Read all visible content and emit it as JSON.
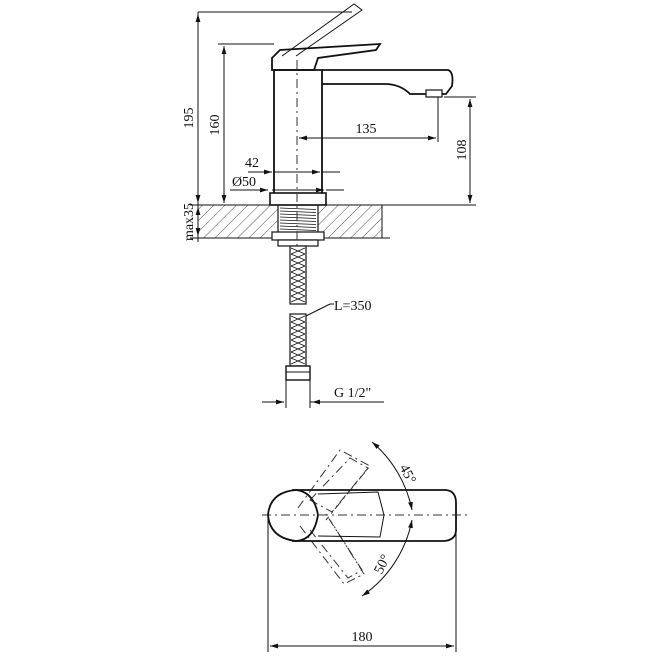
{
  "dimensions": {
    "total_height": "195",
    "spout_height": "160",
    "spout_reach": "135",
    "aerator_height": "108",
    "base_width": "42",
    "base_diameter": "Ø50",
    "counter_thickness": "max35",
    "hose_length": "L=350",
    "connection_thread": "G 1/2\"",
    "lever_angle_back": "45°",
    "lever_angle_side": "50°",
    "total_length": "180"
  }
}
